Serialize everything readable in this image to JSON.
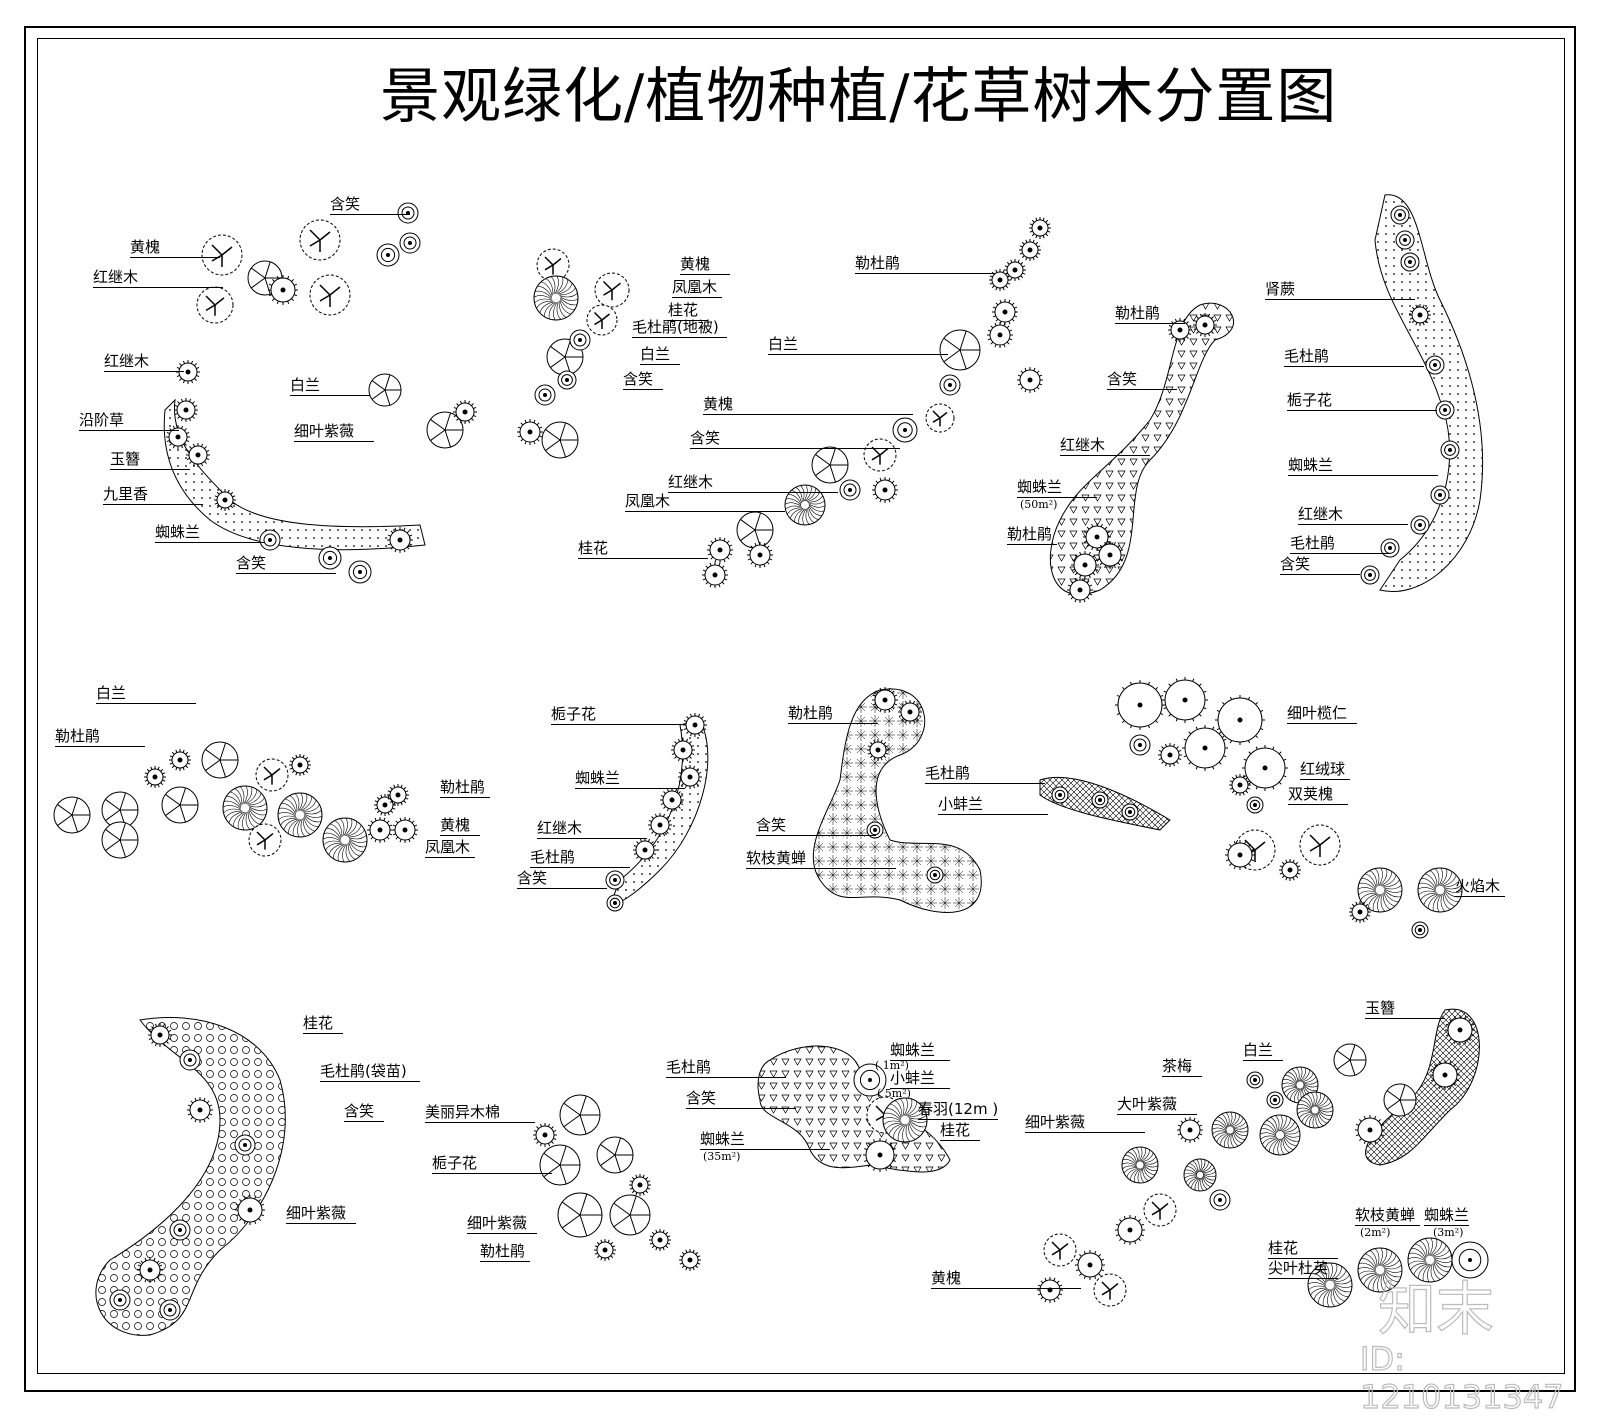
{
  "title": "景观绿化/植物种植/花草树木分置图",
  "groups": [
    {
      "labels": [
        "含笑",
        "黄槐",
        "红继木"
      ]
    },
    {
      "labels": [
        "红继木",
        "沿阶草",
        "玉簪",
        "九里香",
        "蜘蛛兰",
        "含笑",
        "白兰",
        "细叶紫薇"
      ]
    },
    {
      "labels": [
        "黄槐",
        "凤凰木",
        "桂花",
        "毛杜鹃(地被)",
        "白兰",
        "含笑"
      ]
    },
    {
      "labels": [
        "勒杜鹃",
        "白兰",
        "黄槐",
        "含笑",
        "红继木",
        "凤凰木",
        "桂花"
      ]
    },
    {
      "labels": [
        "勒杜鹃",
        "含笑",
        "红继木",
        "蜘蛛兰",
        "(50m²)",
        "勒杜鹃"
      ]
    },
    {
      "labels": [
        "肾蕨",
        "毛杜鹃",
        "栀子花",
        "蜘蛛兰",
        "红继木",
        "毛杜鹃",
        "含笑"
      ]
    },
    {
      "labels": [
        "白兰",
        "勒杜鹃",
        "勒杜鹃",
        "黄槐",
        "凤凰木"
      ]
    },
    {
      "labels": [
        "栀子花",
        "蜘蛛兰",
        "红继木",
        "毛杜鹃",
        "含笑"
      ]
    },
    {
      "labels": [
        "勒杜鹃",
        "毛杜鹃",
        "小蚌兰",
        "含笑",
        "软枝黄蝉"
      ]
    },
    {
      "labels": [
        "细叶榄仁",
        "红绒球",
        "双荚槐",
        "火焰木"
      ]
    },
    {
      "labels": [
        "桂花",
        "毛杜鹃(袋苗)",
        "含笑",
        "细叶紫薇"
      ]
    },
    {
      "labels": [
        "美丽异木棉",
        "栀子花",
        "细叶紫薇",
        "勒杜鹃"
      ]
    },
    {
      "labels": [
        "毛杜鹃",
        "含笑",
        "蜘蛛兰",
        "(35m²)",
        "蜘蛛兰",
        "( 1m²)",
        "小蚌兰",
        "( 5m²)",
        "春羽(12m )",
        "桂花"
      ]
    },
    {
      "labels": [
        "玉簪",
        "茶梅",
        "白兰",
        "大叶紫薇",
        "细叶紫薇",
        "黄槐",
        "软枝黄蝉",
        "(2m²)",
        "蜘蛛兰",
        "(3m²)",
        "桂花",
        "尖叶杜英"
      ]
    }
  ],
  "watermark": {
    "logo": "知末",
    "id": "ID: 1210131347"
  },
  "colors": {
    "ink": "#000000",
    "watermark": "#bbbbbb"
  }
}
